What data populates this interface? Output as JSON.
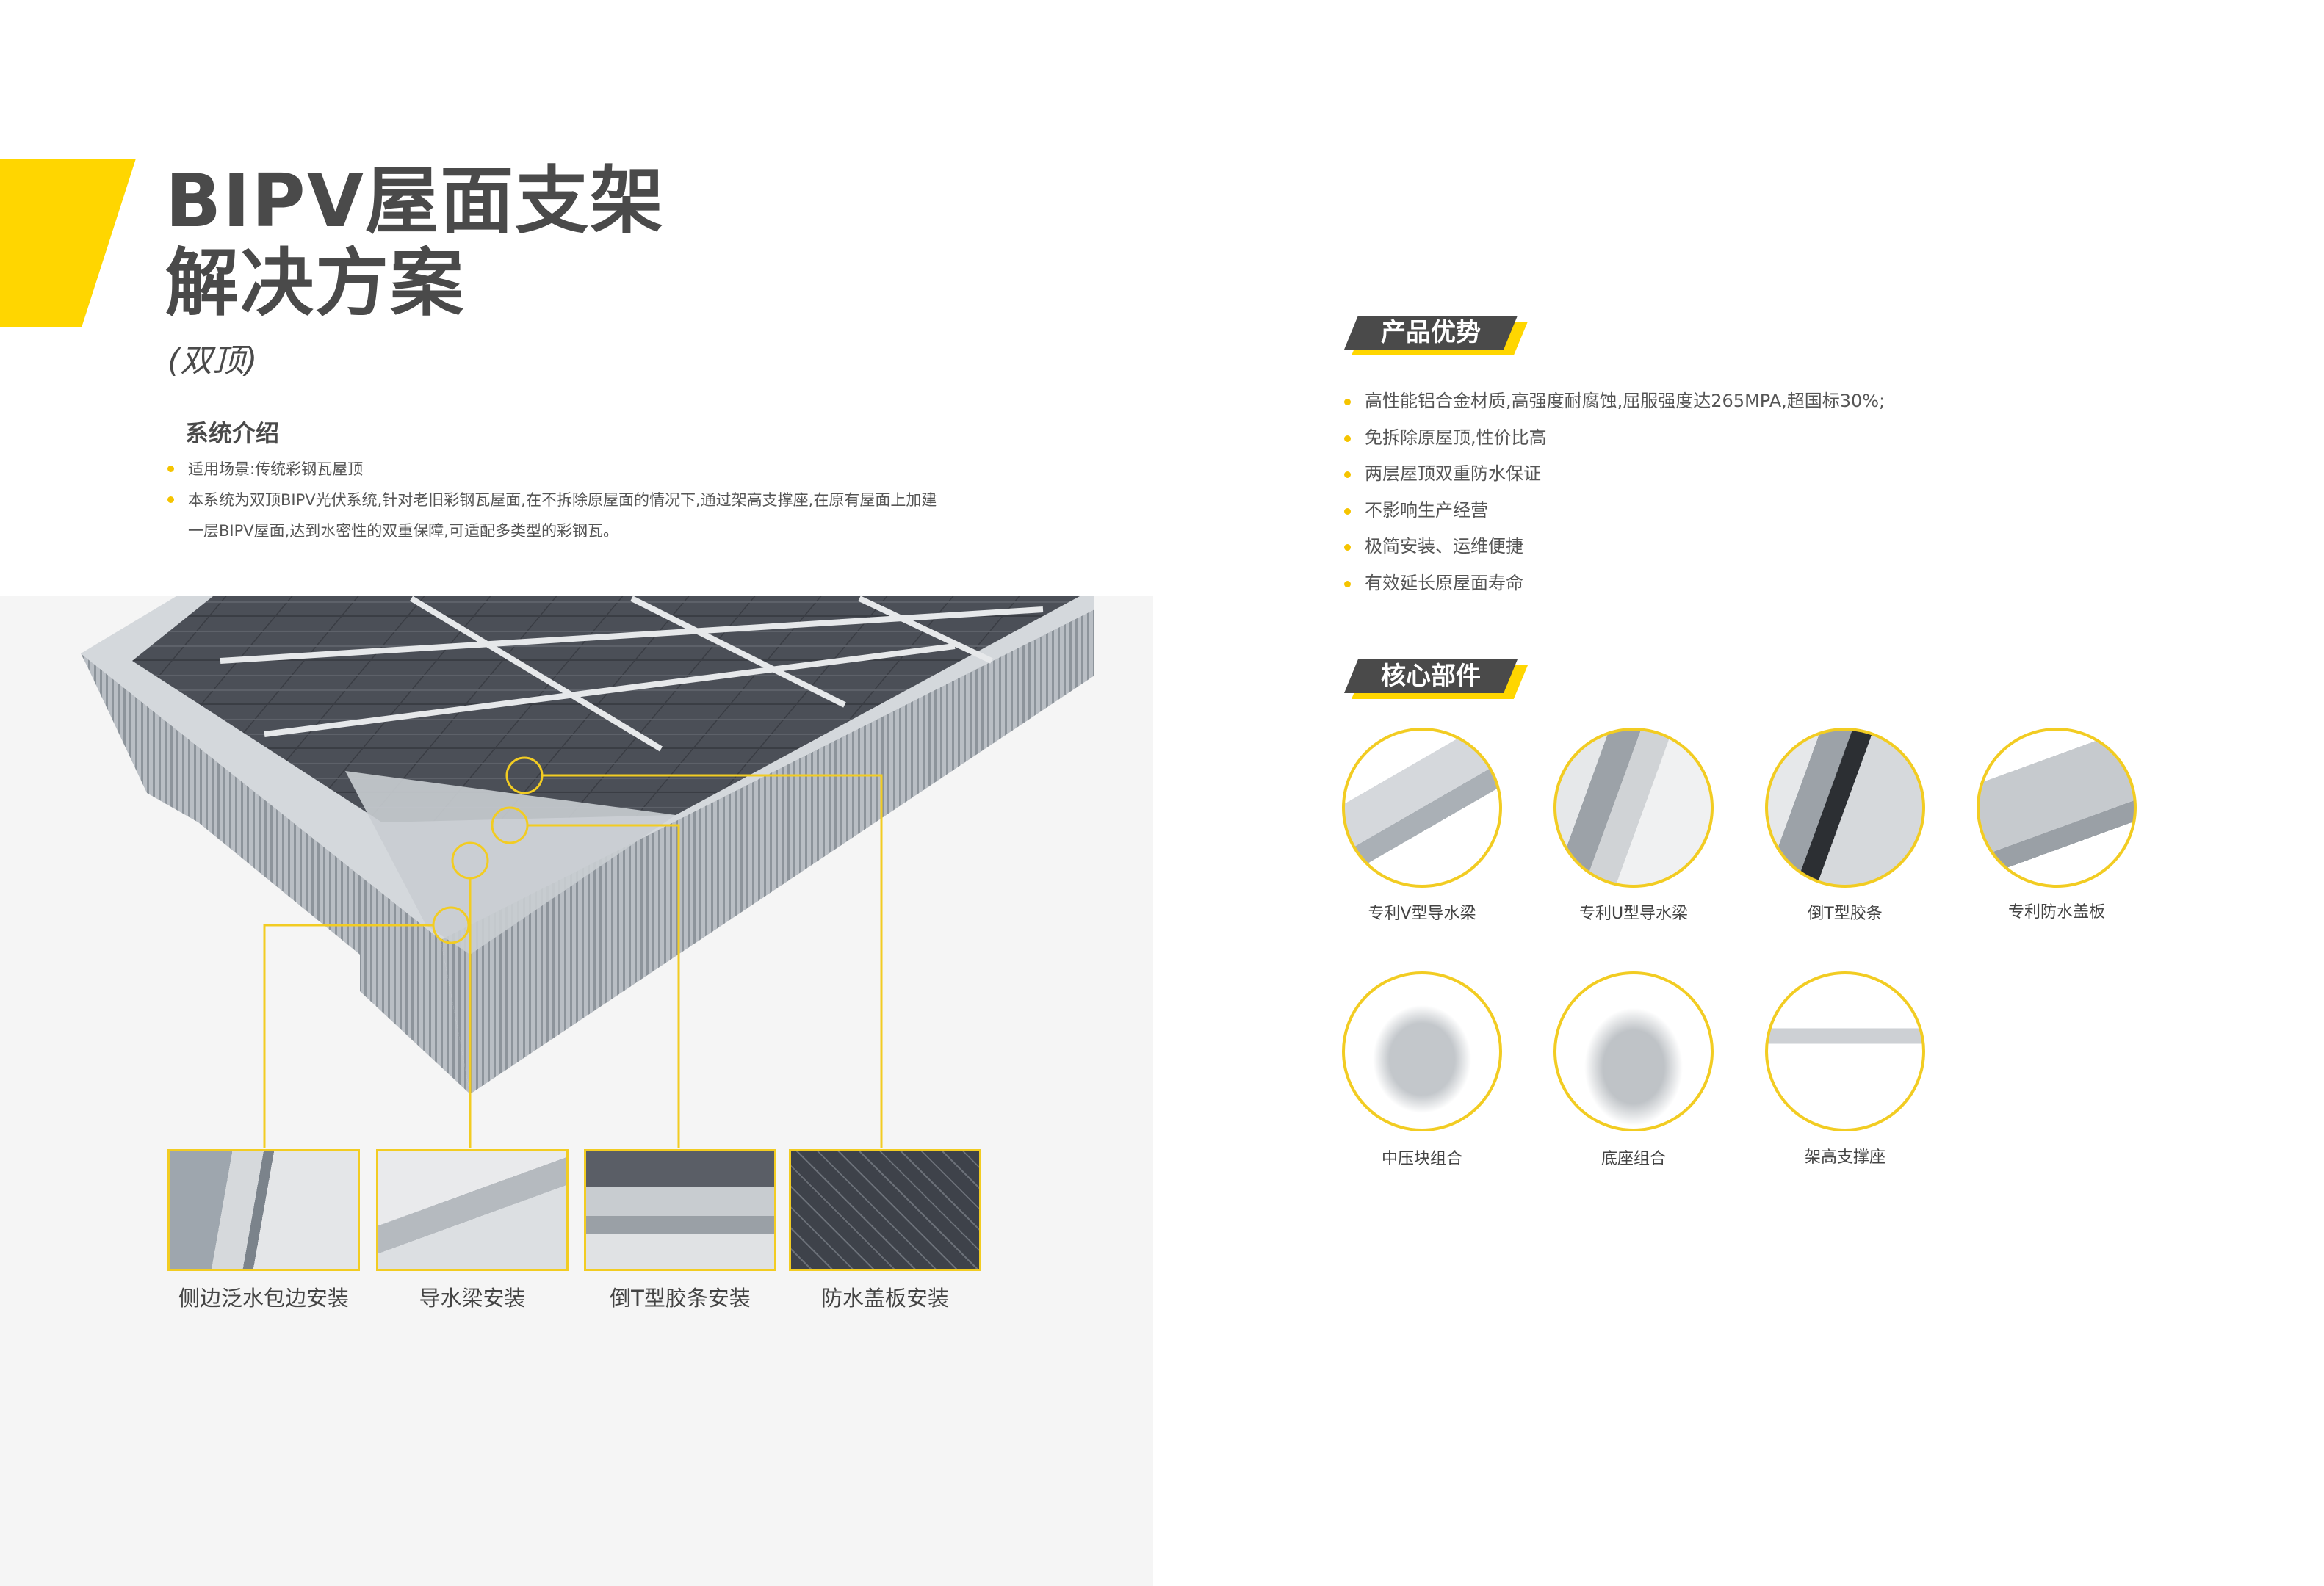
{
  "header": {
    "title_line1": "BIPV屋面支架",
    "title_line2": "解决方案",
    "subtitle": "(双顶)"
  },
  "intro": {
    "title": "系统介绍",
    "items": [
      "适用场景:传统彩钢瓦屋顶",
      "本系统为双顶BIPV光伏系统,针对老旧彩钢瓦屋面,在不拆除原屋面的情况下,通过架高支撑座,在原有屋面上加建一层BIPV屋面,达到水密性的双重保障,可适配多类型的彩钢瓦。"
    ]
  },
  "install_steps": [
    "侧边泛水包边安装",
    "导水梁安装",
    "倒T型胶条安装",
    "防水盖板安装"
  ],
  "advantages": {
    "title": "产品优势",
    "items": [
      "高性能铝合金材质,高强度耐腐蚀,屈服强度达265MPA,超国标30%;",
      "免拆除原屋顶,性价比高",
      "两层屋顶双重防水保证",
      "不影响生产经营",
      "极简安装、运维便捷",
      "有效延长原屋面寿命"
    ]
  },
  "components": {
    "title": "核心部件",
    "items": [
      "专利V型导水梁",
      "专利U型导水梁",
      "倒T型胶条",
      "专利防水盖板",
      "中压块组合",
      "底座组合",
      "架高支撑座"
    ]
  },
  "colors": {
    "accent": "#ffd600",
    "dark": "#4a4a4a"
  }
}
